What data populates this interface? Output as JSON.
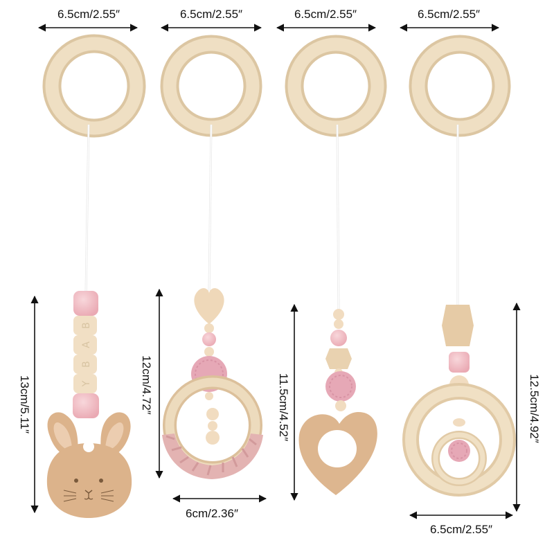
{
  "dimensions": {
    "top_widths": [
      "6.5cm/2.55″",
      "6.5cm/2.55″",
      "6.5cm/2.55″",
      "6.5cm/2.55″"
    ],
    "heights": [
      "13cm/5.11″",
      "12cm/4.72″",
      "11.5cm/4.52″",
      "12.5cm/4.92″"
    ],
    "bottom_widths": {
      "toy2": "6cm/2.36″",
      "toy4": "6.5cm/2.55″"
    }
  },
  "bead_letters": [
    "B",
    "A",
    "B",
    "Y"
  ],
  "colors": {
    "wood": "#ead7b8",
    "wood_shade": "#d9c19b",
    "beech": "#dcb58f",
    "pink": "#f2c2c8",
    "pink_crochet": "#e7a9b7",
    "pink_fabric": "#e4b7b7",
    "string": "#ffffff",
    "text": "#111111"
  }
}
